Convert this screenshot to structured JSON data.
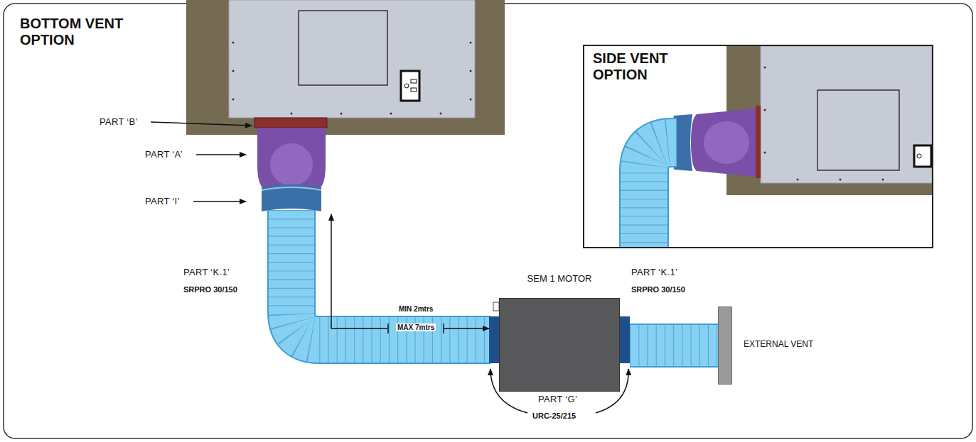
{
  "diagram": {
    "title": "BOTTOM VENT OPTION",
    "nodes": [
      {
        "text": [
          "SIDE VENT OPTION"
        ]
      },
      {
        "text": [
          "SEM 1 MOTOR"
        ]
      },
      {
        "text": [
          "EXTERNAL VENT"
        ]
      }
    ],
    "edges": [
      {
        "from": 1,
        "to": 2,
        "arrow": "none"
      }
    ],
    "labels": [
      "PART ‘B’",
      "PART ‘A’",
      "PART ‘I’",
      "PART ‘K.1’",
      "SRPRO 30/150",
      "MIN 2mtrs",
      "MAX 7mtrs",
      "PART ‘K.1’",
      "SRPRO 30/150",
      "PART ‘G’",
      "URC-25/215"
    ]
  }
}
